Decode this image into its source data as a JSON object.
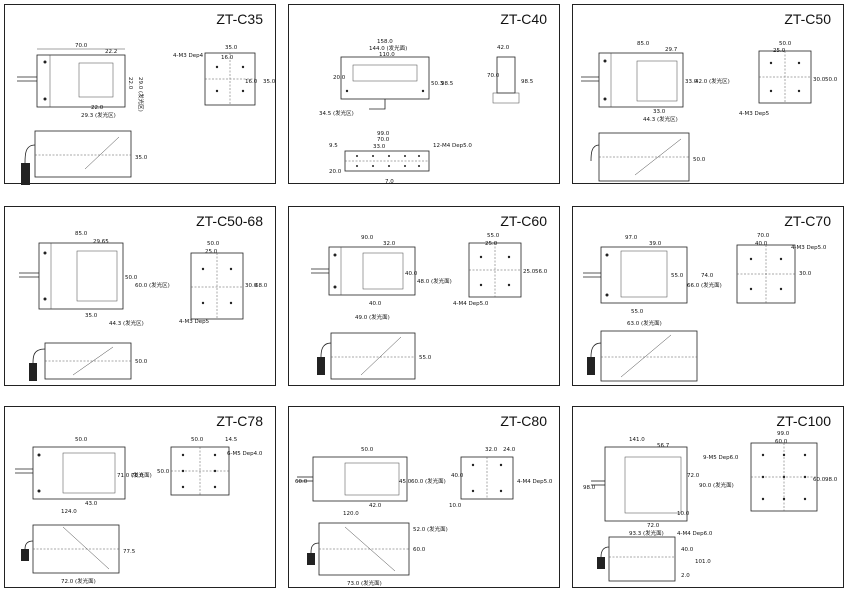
{
  "panels": [
    {
      "title": "ZT-C35",
      "labels": [
        "70.0",
        "22.2",
        "22.0",
        "29.0 (发光区)",
        "22.0",
        "29.3 (发光区)",
        "4-M3 Dep4",
        "35.0",
        "16.0",
        "16.0",
        "35.0",
        "35.0"
      ]
    },
    {
      "title": "ZT-C40",
      "labels": [
        "158.0",
        "144.0 (发光面)",
        "110.0",
        "50.3",
        "98.5",
        "20.0",
        "34.5 (发光区)",
        "42.0",
        "70.0",
        "98.5",
        "99.0",
        "70.0",
        "33.0",
        "12-M4 Dep5.0",
        "9.5",
        "20.0",
        "7.0"
      ]
    },
    {
      "title": "ZT-C50",
      "labels": [
        "85.0",
        "29.7",
        "33.0",
        "42.0 (发光区)",
        "33.0",
        "44.3 (发光区)",
        "50.0",
        "25.0",
        "30.0",
        "50.0",
        "4-M3 Dep5",
        "50.0"
      ]
    },
    {
      "title": "ZT-C50-68",
      "labels": [
        "85.0",
        "29.65",
        "50.0",
        "60.0 (发光区)",
        "35.0",
        "44.3 (发光区)",
        "50.0",
        "25.0",
        "30.0",
        "68.0",
        "4-M3 Dep5",
        "50.0"
      ]
    },
    {
      "title": "ZT-C60",
      "labels": [
        "90.0",
        "32.0",
        "40.0",
        "48.0 (发光面)",
        "40.0",
        "49.0 (发光面)",
        "55.0",
        "25.0",
        "25.0",
        "56.0",
        "4-M4 Dep5.0",
        "55.0"
      ]
    },
    {
      "title": "ZT-C70",
      "labels": [
        "97.0",
        "39.0",
        "55.0",
        "66.0 (发光面)",
        "74.0",
        "55.0",
        "63.0 (发光面)",
        "70.0",
        "40.0",
        "4-M3 Dep5.0",
        "30.0"
      ]
    },
    {
      "title": "ZT-C78",
      "labels": [
        "50.0",
        "71.0 (发光面)",
        "78.0",
        "43.0",
        "124.0",
        "50.0",
        "14.5",
        "6-M5 Dep4.0",
        "50.0",
        "77.5",
        "72.0 (发光面)"
      ]
    },
    {
      "title": "ZT-C80",
      "labels": [
        "50.0",
        "60.0",
        "45.0",
        "60.0 (发光面)",
        "42.0",
        "120.0",
        "32.0",
        "24.0",
        "40.0",
        "4-M4 Dep5.0",
        "10.0",
        "52.0 (发光面)",
        "60.0",
        "73.0 (发光面)"
      ]
    },
    {
      "title": "ZT-C100",
      "labels": [
        "141.0",
        "56.7",
        "98.0",
        "72.0",
        "90.0 (发光面)",
        "72.0",
        "10.0",
        "93.3 (发光面)",
        "99.0",
        "60.0",
        "9-M5 Dep6.0",
        "60.0",
        "98.0",
        "4-M4 Dep6.0",
        "40.0",
        "101.0",
        "2.0"
      ]
    }
  ]
}
